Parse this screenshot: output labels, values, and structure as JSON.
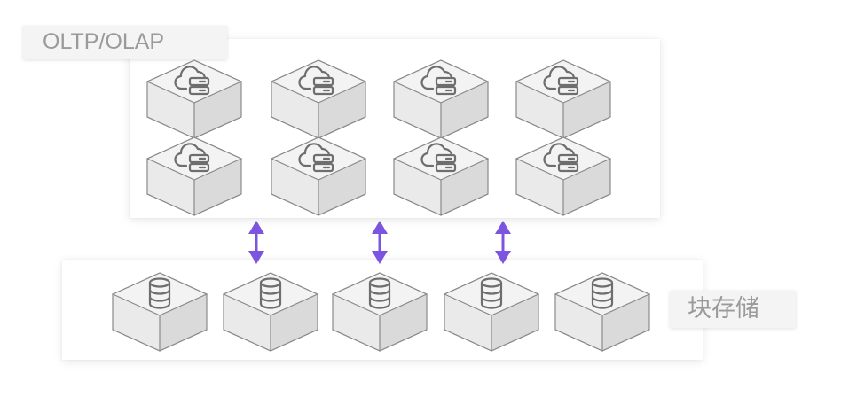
{
  "labels": {
    "compute_layer": "OLTP/OLAP",
    "storage_layer": "块存储"
  },
  "compute_nodes": {
    "rows": 2,
    "per_row": 4,
    "icon": "cloud-server-icon"
  },
  "storage_nodes": {
    "count": 5,
    "icon": "database-icon"
  },
  "connectors": {
    "count": 3,
    "icon": "double-arrow-vertical-icon",
    "color": "#7b55e0"
  },
  "colors": {
    "cube_top": "#f3f3f3",
    "cube_left": "#eaeaea",
    "cube_right": "#dadada",
    "cube_stroke": "#8a8a8a",
    "icon_stroke": "#6e6e6e",
    "label_text": "#9a9a9a"
  }
}
